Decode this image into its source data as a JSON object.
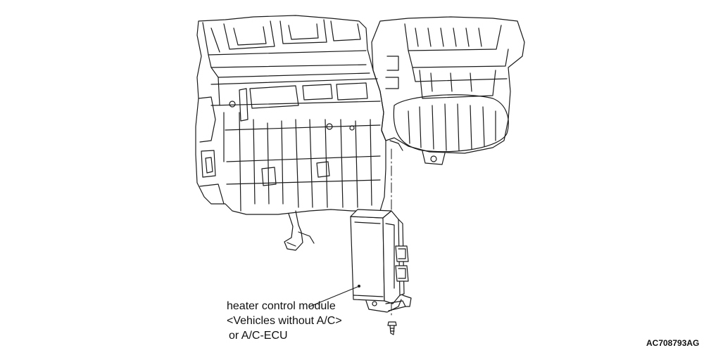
{
  "diagram": {
    "callout": {
      "line1": "heater control module",
      "line2": "<Vehicles without A/C>",
      "line3": "or A/C-ECU"
    },
    "figure_id": "AC708793AG",
    "colors": {
      "line": "#1a1a1a",
      "background": "#ffffff"
    }
  }
}
